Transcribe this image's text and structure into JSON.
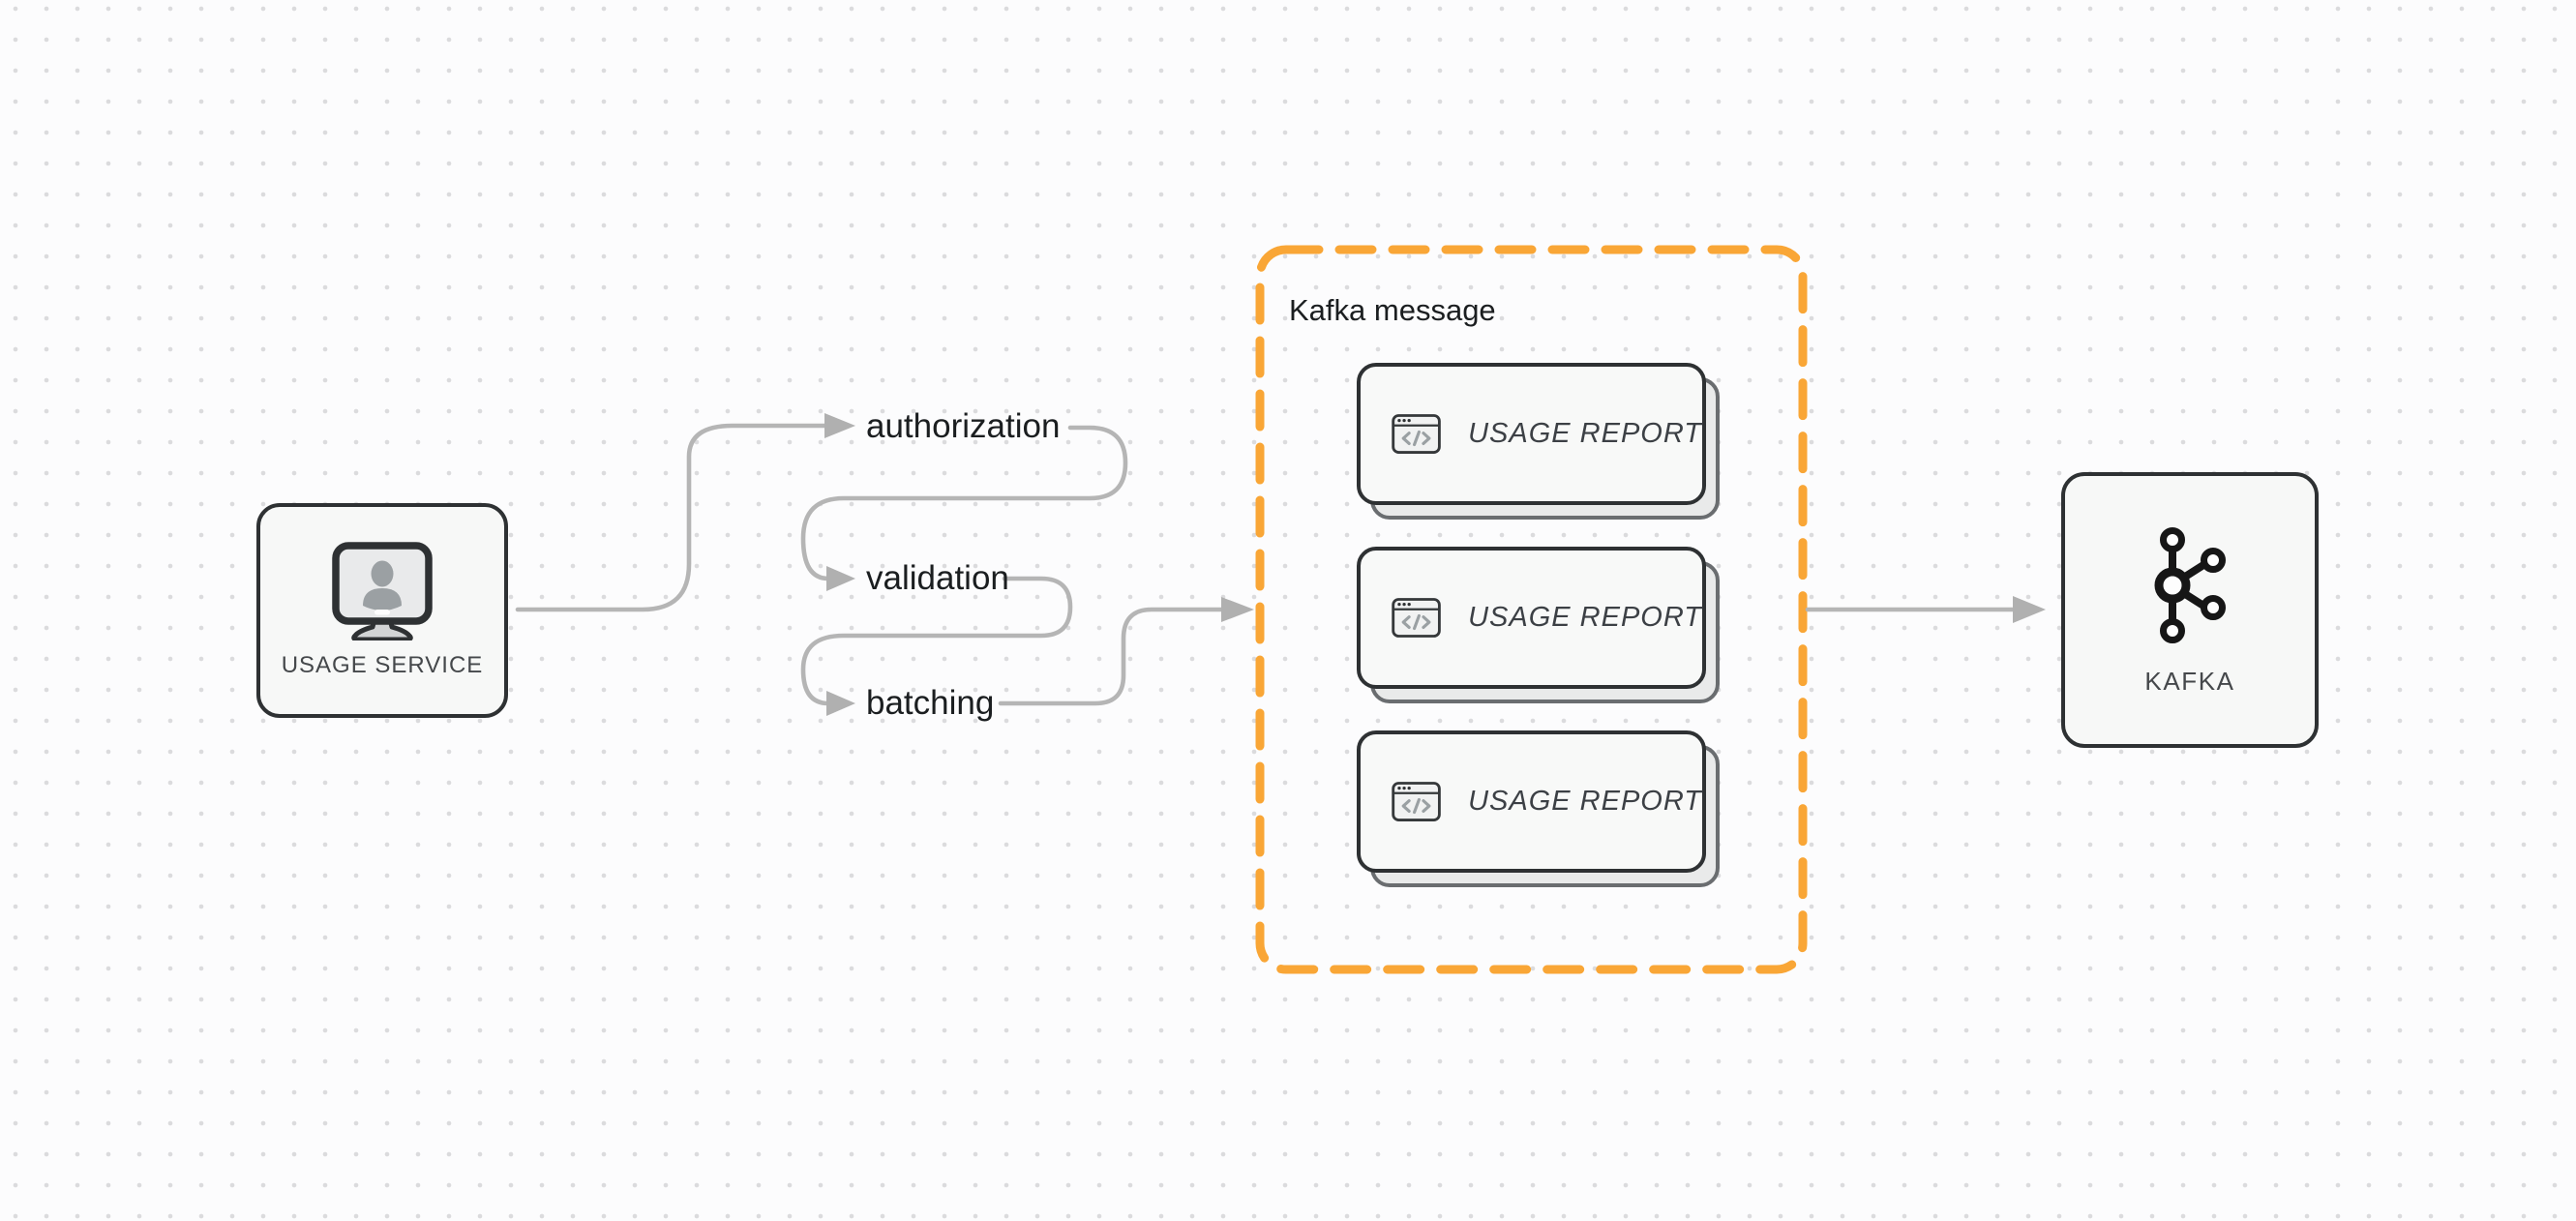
{
  "diagram": {
    "background": {
      "color": "#fcfcfd",
      "dot_color": "#dbdbdd"
    },
    "colors": {
      "accent_orange": "#F9A636",
      "connector_gray": "#b5b5b5",
      "border_dark": "#2e3133",
      "node_fill": "#f7f8f7",
      "card_shadow_fill": "#e9eaea",
      "card_shadow_border": "#6a6d70",
      "icon_gray": "#9ba0a3",
      "text_dark": "#1b1e20",
      "text_gray": "#45484b"
    },
    "source_node": {
      "label": "USAGE SERVICE",
      "icon": "monitor-user-icon"
    },
    "flow_steps": [
      {
        "label": "authorization"
      },
      {
        "label": "validation"
      },
      {
        "label": "batching"
      }
    ],
    "kafka_message_group": {
      "title": "Kafka message",
      "cards": [
        {
          "label": "USAGE REPORT",
          "icon": "code-window-icon"
        },
        {
          "label": "USAGE REPORT",
          "icon": "code-window-icon"
        },
        {
          "label": "USAGE REPORT",
          "icon": "code-window-icon"
        }
      ]
    },
    "target_node": {
      "label": "KAFKA",
      "icon": "kafka-logo-icon"
    }
  }
}
